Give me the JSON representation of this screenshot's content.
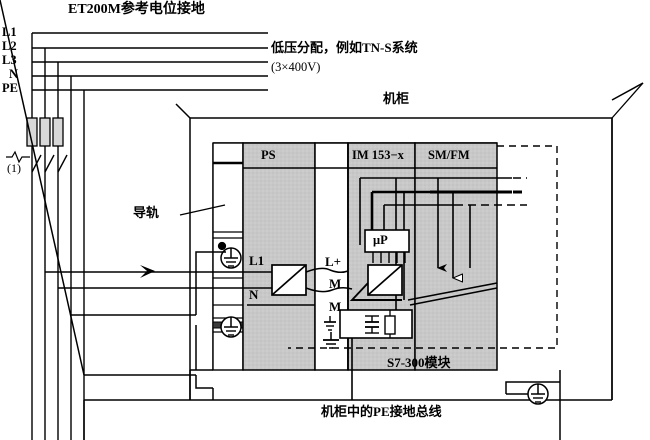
{
  "diagram": {
    "title": "ET200M参考电位接地",
    "type": "electrical-grounding-schematic",
    "colors": {
      "line": "#000000",
      "module_fill": "#c9c9c9",
      "background": "#ffffff"
    }
  },
  "supply": {
    "conductors": [
      "L1",
      "L2",
      "L3",
      "N",
      "PE"
    ],
    "distribution_note_line1": "低压分配，例如TN-S系统",
    "distribution_note_line2": "(3×400V)",
    "switch_note": "(1)"
  },
  "cabinet": {
    "label": "机柜",
    "rail_label": "导轨",
    "pe_bus_label": "机柜中的PE接地总线",
    "rack_label": "S7-300模块"
  },
  "modules": [
    {
      "name": "PS"
    },
    {
      "name": "IM 153−x"
    },
    {
      "name": "SM/FM"
    }
  ],
  "terminals": {
    "ps_l1": "L1",
    "ps_n": "N",
    "ps_lplus": "L+",
    "ps_m1": "M",
    "ps_m2": "M"
  },
  "components": {
    "processor": "μP"
  }
}
